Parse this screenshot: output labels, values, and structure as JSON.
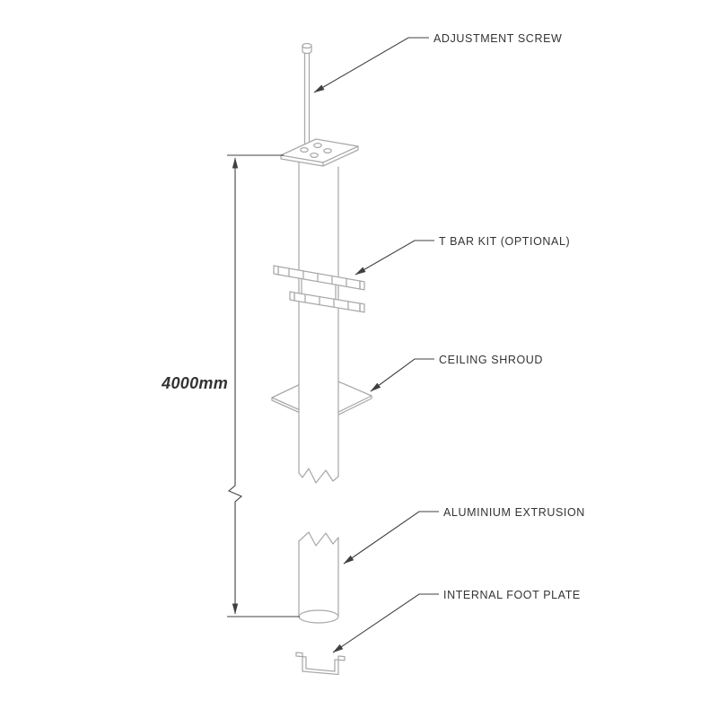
{
  "diagram": {
    "dimension_label": "4000mm",
    "labels": {
      "adjustment_screw": "ADJUSTMENT SCREW",
      "t_bar_kit": "T BAR KIT (OPTIONAL)",
      "ceiling_shroud": "CEILING SHROUD",
      "aluminium_extrusion": "ALUMINIUM EXTRUSION",
      "internal_foot_plate": "INTERNAL FOOT PLATE"
    },
    "colors": {
      "background": "#ffffff",
      "component_line": "#a9a9a9",
      "annotation_line": "#404040",
      "label_text": "#333333"
    }
  }
}
